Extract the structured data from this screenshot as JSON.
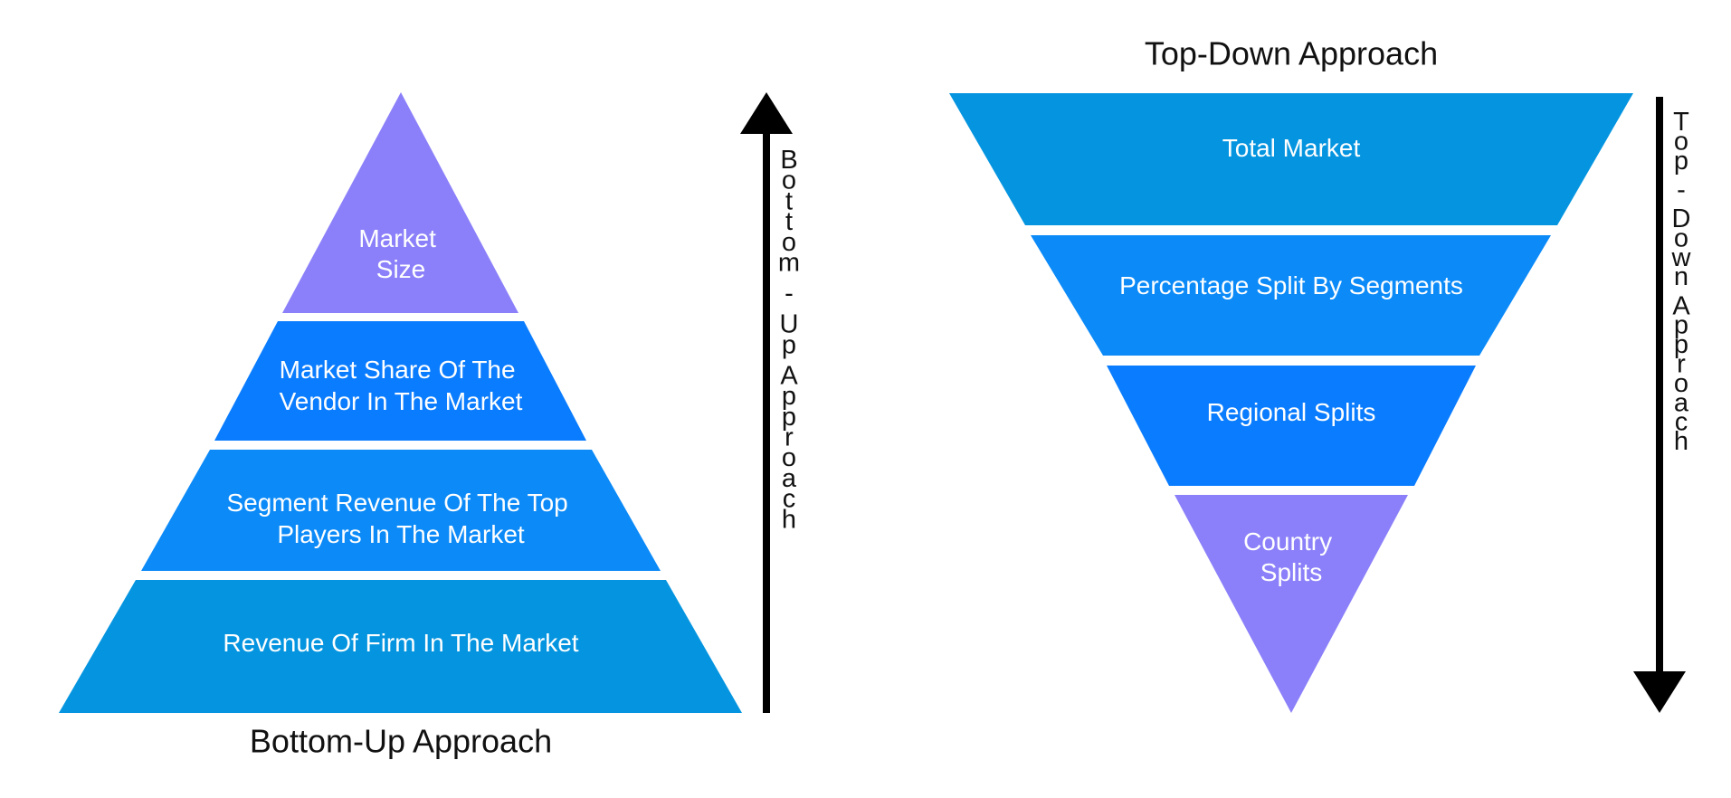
{
  "colors": {
    "purple": "#8b80f9",
    "blue_bright": "#0a7cff",
    "blue_mid": "#0b8af8",
    "blue_teal": "#0595e0",
    "ink": "#000000"
  },
  "bottom_up": {
    "caption": "Bottom-Up Approach",
    "arrow_label": "Bottom - Up Approach",
    "arrow_direction": "up",
    "layers": [
      {
        "lines": [
          "Market",
          "Size"
        ],
        "color": "purple"
      },
      {
        "lines": [
          "Market Share Of The",
          "Vendor In The Market"
        ],
        "color": "blue_bright"
      },
      {
        "lines": [
          "Segment Revenue Of The Top",
          "Players In The Market"
        ],
        "color": "blue_mid"
      },
      {
        "lines": [
          "Revenue Of Firm In The Market"
        ],
        "color": "blue_teal"
      }
    ]
  },
  "top_down": {
    "caption": "Top-Down Approach",
    "arrow_label": "Top - Down Approach",
    "arrow_direction": "down",
    "layers": [
      {
        "lines": [
          "Total Market"
        ],
        "color": "blue_teal"
      },
      {
        "lines": [
          "Percentage Split By Segments"
        ],
        "color": "blue_mid"
      },
      {
        "lines": [
          "Regional Splits"
        ],
        "color": "blue_bright"
      },
      {
        "lines": [
          "Country",
          "Splits"
        ],
        "color": "purple"
      }
    ]
  }
}
